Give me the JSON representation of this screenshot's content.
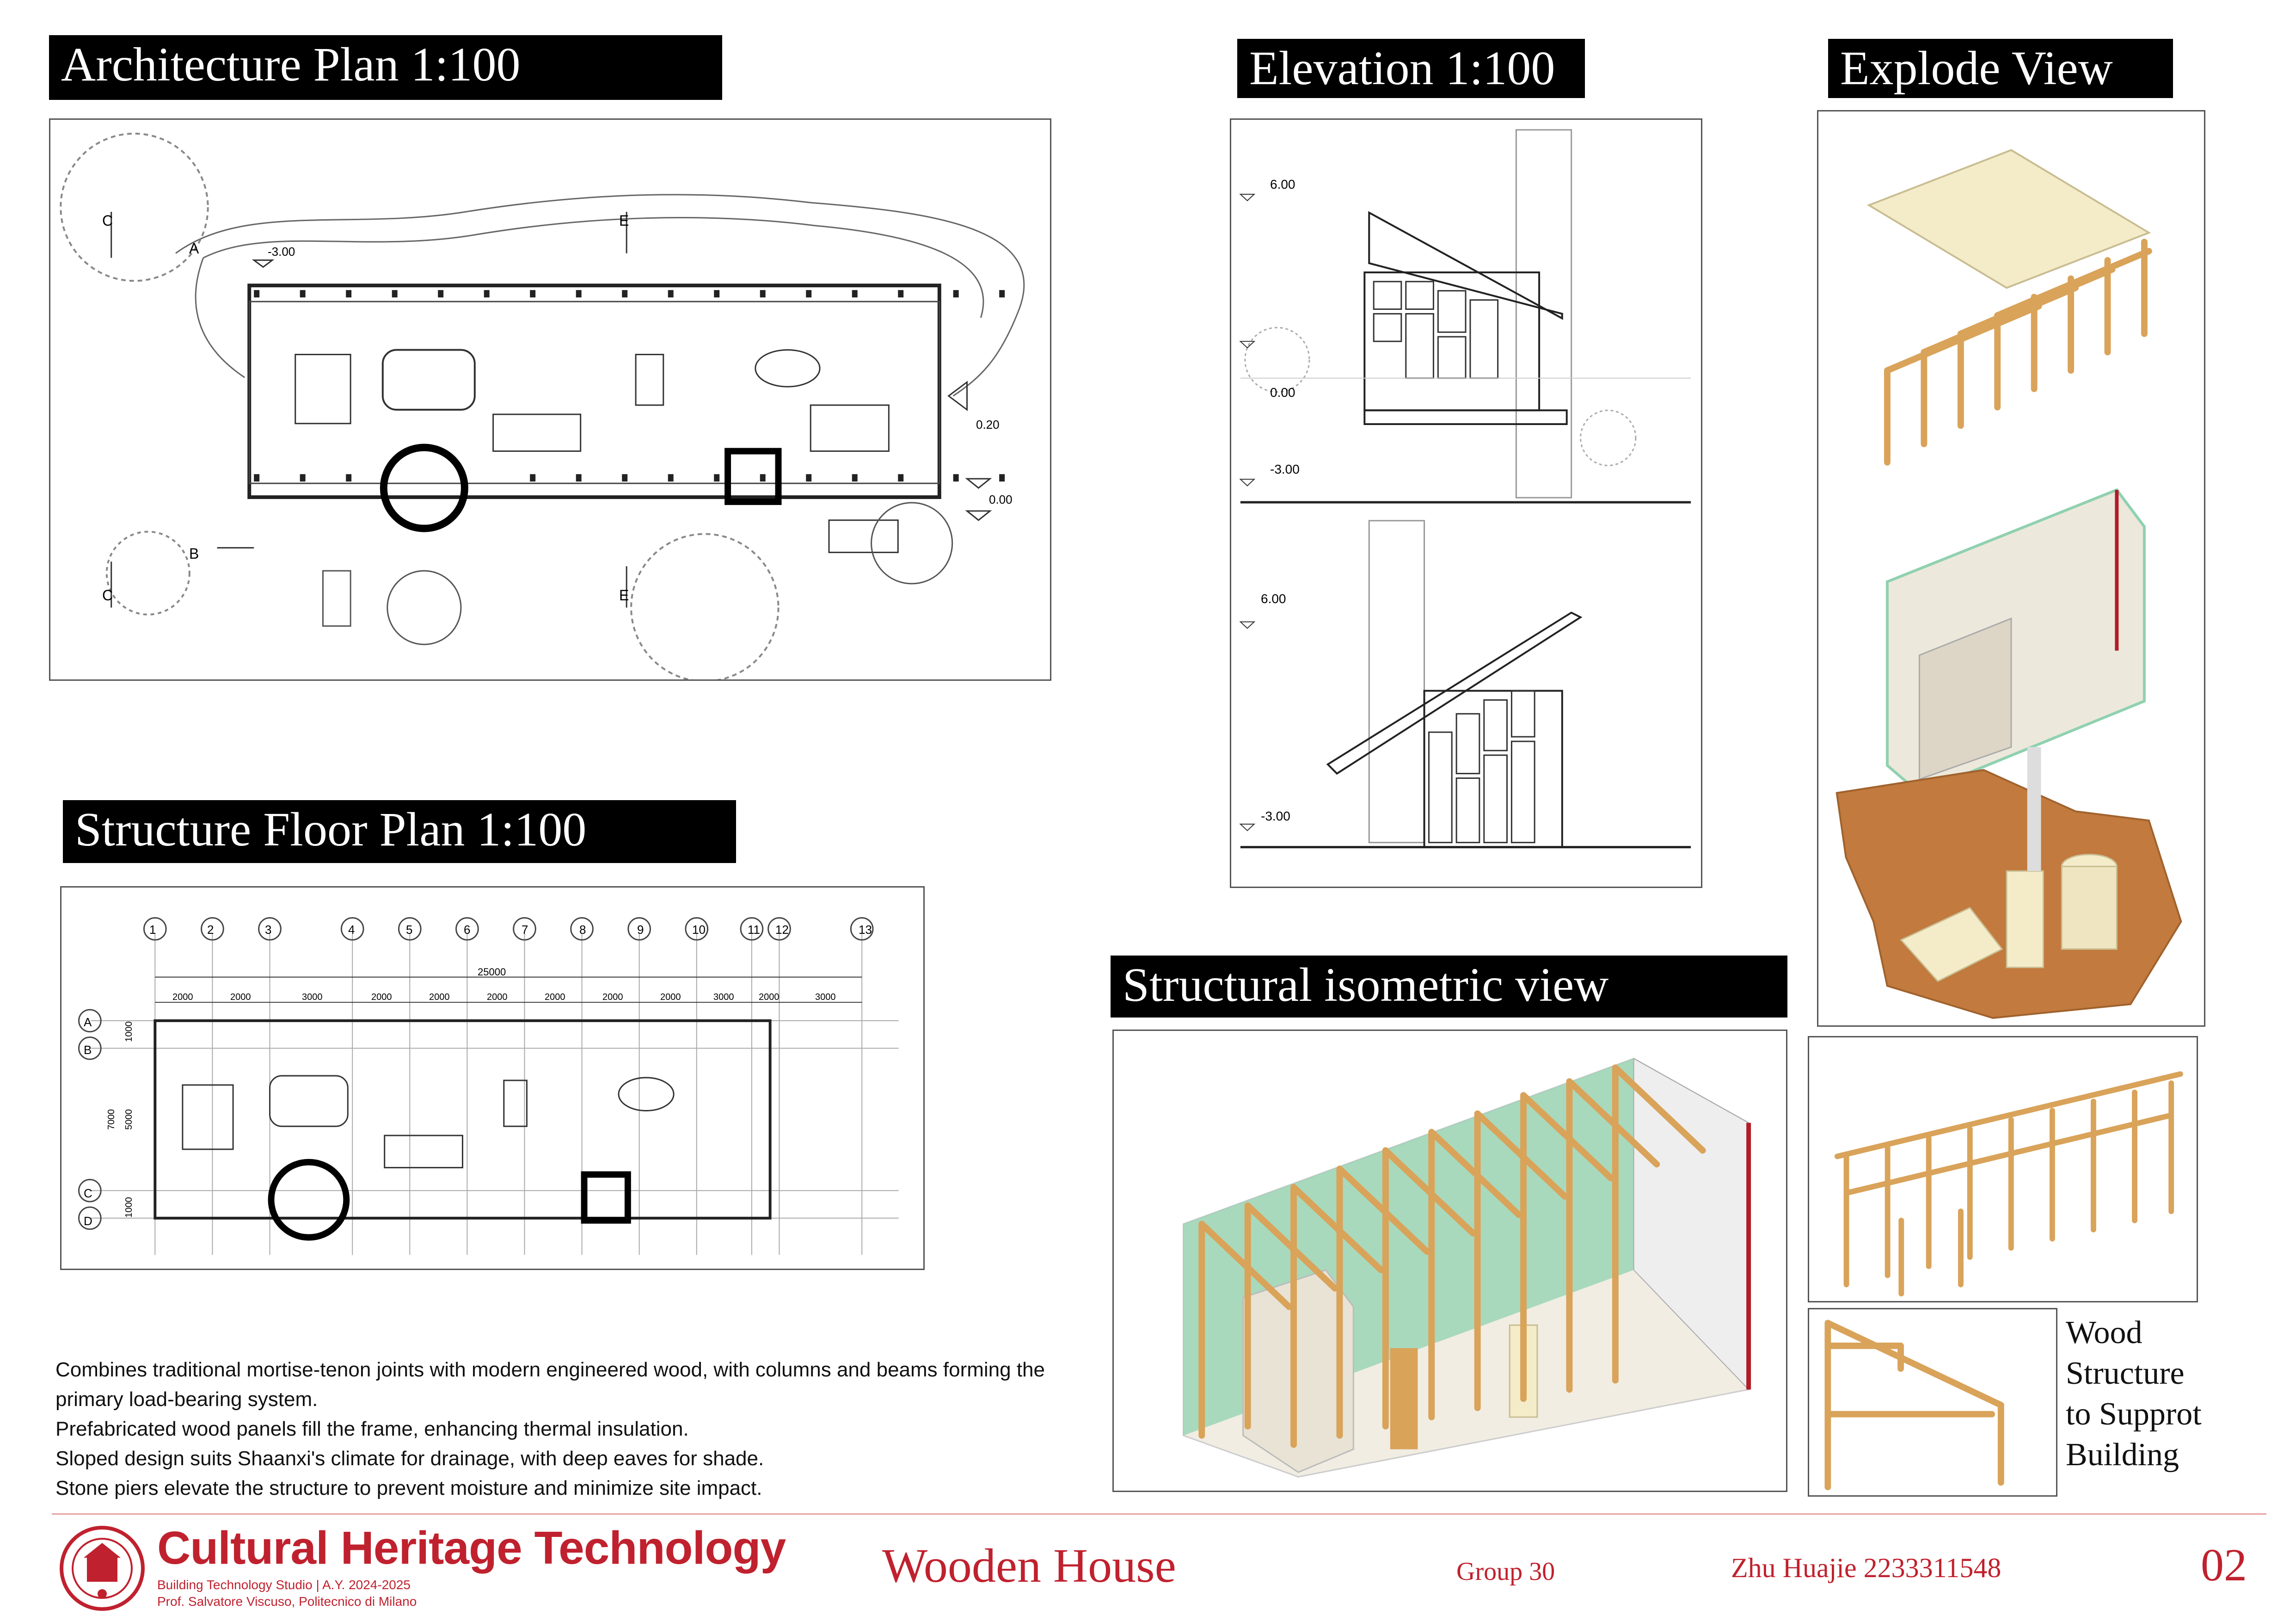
{
  "titles": {
    "arch_plan": "Architecture Plan 1:100",
    "elevation": "Elevation 1:100",
    "explode": "Explode View",
    "structure_plan": "Structure Floor Plan 1:100",
    "isometric": "Structural isometric view"
  },
  "plan_labels": {
    "level_a": "-3.00",
    "level_b": "0.20",
    "level_c": "0.00",
    "sec_c": "C",
    "sec_e": "E",
    "sec_a": "A",
    "sec_b": "B"
  },
  "elevation_labels": {
    "top_600": "6.00",
    "top_000": "0.00",
    "top_m300": "-3.00",
    "bot_600": "6.00",
    "bot_m300": "-3.00"
  },
  "grid": {
    "axes": [
      "1",
      "2",
      "3",
      "4",
      "5",
      "6",
      "7",
      "8",
      "9",
      "10",
      "11",
      "12",
      "13"
    ],
    "rows": [
      "A",
      "B",
      "C",
      "D"
    ],
    "total": "25000",
    "spans": [
      "2000",
      "2000",
      "3000",
      "2000",
      "2000",
      "2000",
      "2000",
      "2000",
      "2000",
      "3000",
      "2000",
      "3000"
    ],
    "side_dims": [
      "1000",
      "5000",
      "7000",
      "1000"
    ]
  },
  "description": [
    "Combines traditional mortise-tenon joints with modern engineered wood, with columns and beams forming the primary load-bearing system.",
    "Prefabricated wood panels fill the frame, enhancing thermal insulation.",
    "Sloped design suits Shaanxi's climate for drainage, with deep eaves for shade.",
    "Stone piers elevate the structure to prevent moisture and minimize site impact."
  ],
  "wood_label": [
    "Wood",
    "Structure",
    "to Supprot",
    "Building"
  ],
  "footer": {
    "brand": "Cultural Heritage Technology",
    "studio": "Building Technology Studio | A.Y. 2024-2025",
    "prof": "Prof. Salvatore Viscuso, Politecnico di Milano",
    "project": "Wooden House",
    "group": "Group 30",
    "author": "Zhu Huajie  2233311548",
    "page": "02"
  },
  "colors": {
    "accent": "#c0212e",
    "wood": "#d9a35a",
    "glass": "#8fd1b0",
    "base": "#c27a3e",
    "slab": "#f4ecc9"
  }
}
